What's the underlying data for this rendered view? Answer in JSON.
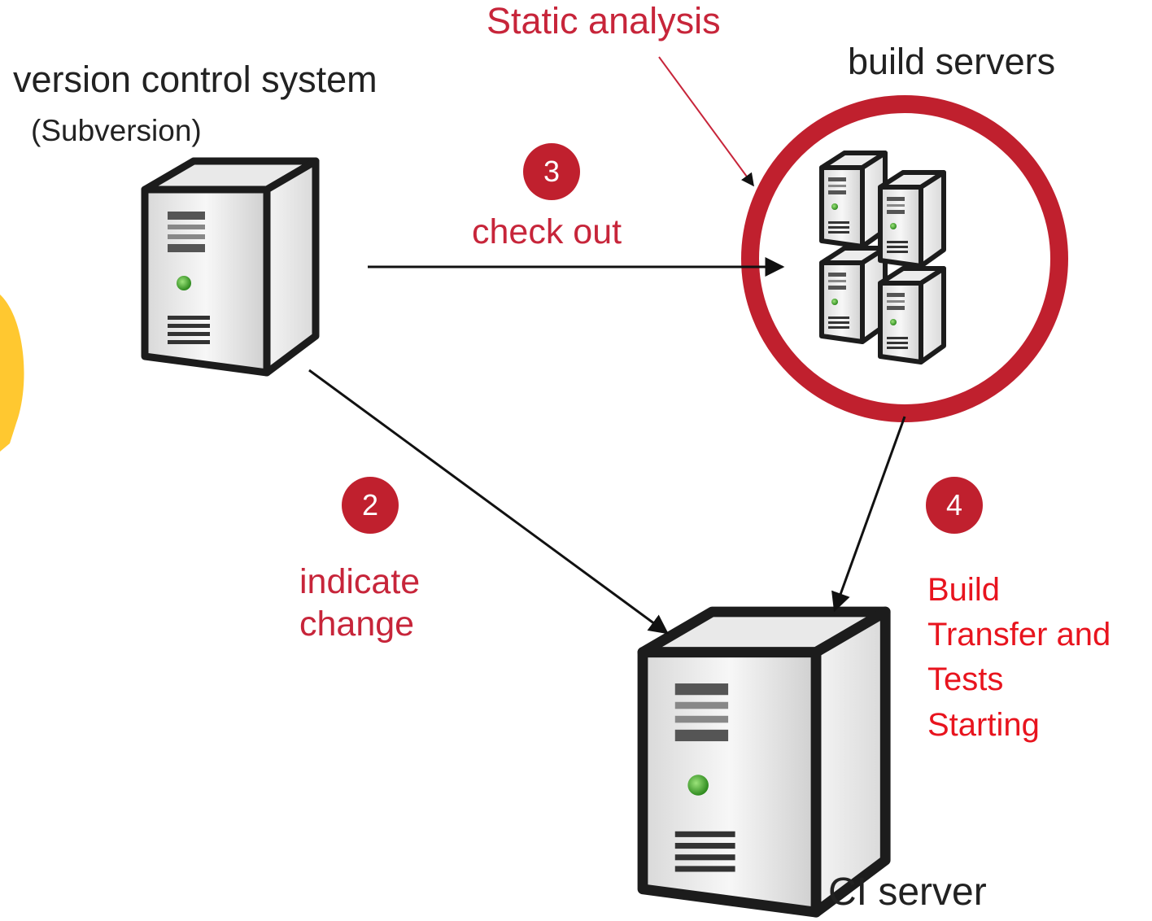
{
  "labels": {
    "static_analysis": "Static analysis",
    "vcs": "version control system",
    "vcs_sub": "(Subversion)",
    "build_servers": "build servers",
    "ci_server": "CI server"
  },
  "steps": {
    "check_out": {
      "number": "3",
      "label": "check out"
    },
    "indicate_change": {
      "number": "2",
      "label_lines": [
        "indicate",
        "change"
      ]
    },
    "build": {
      "number": "4",
      "label_lines": [
        "Build",
        "Transfer and",
        "Tests",
        "Starting"
      ]
    }
  },
  "colors": {
    "accent_red": "#c0202e",
    "text_red": "#e8141e",
    "label_red": "#c7253a",
    "text_dark": "#222222",
    "arrow": "#111111"
  }
}
